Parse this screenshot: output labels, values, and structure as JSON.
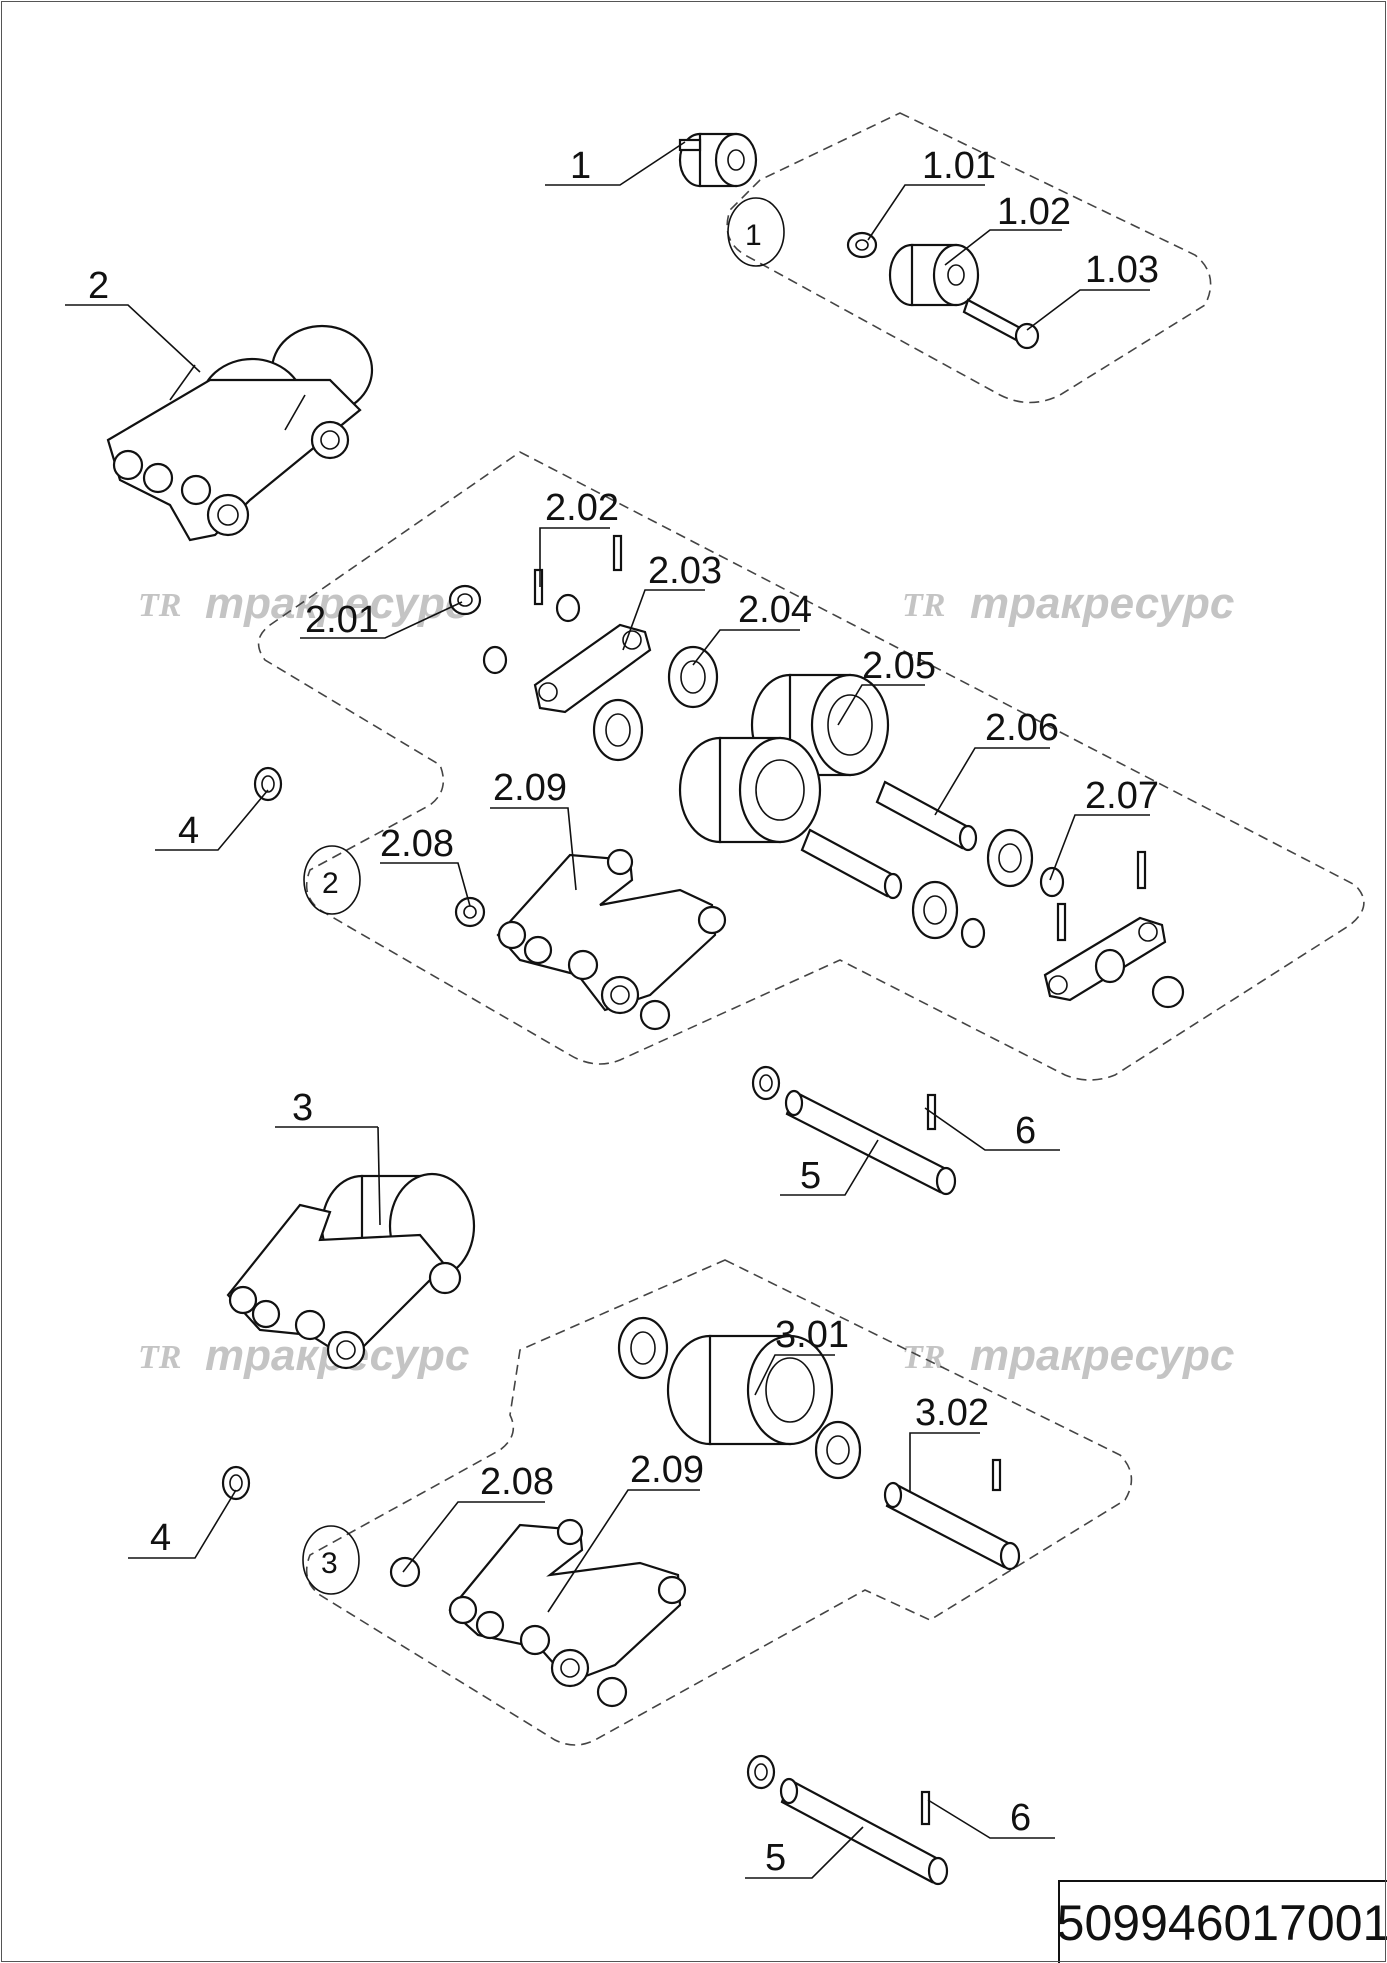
{
  "watermark": {
    "logo": "TR",
    "text": "тракресурс"
  },
  "drawing_number": "509946017001",
  "callouts": {
    "c1": "1",
    "c1_01": "1.01",
    "c1_02": "1.02",
    "c1_03": "1.03",
    "c2": "2",
    "c2_01": "2.01",
    "c2_02": "2.02",
    "c2_03": "2.03",
    "c2_04": "2.04",
    "c2_05": "2.05",
    "c2_06": "2.06",
    "c2_07": "2.07",
    "c2_08": "2.08",
    "c2_09": "2.09",
    "c3": "3",
    "c3_01": "3.01",
    "c3_02": "3.02",
    "c3_08": "2.08",
    "c3_09": "2.09",
    "c4a": "4",
    "c4b": "4",
    "c5a": "5",
    "c5b": "5",
    "c6a": "6",
    "c6b": "6"
  },
  "group_markers": {
    "g1": "1",
    "g2": "2",
    "g3": "3"
  }
}
